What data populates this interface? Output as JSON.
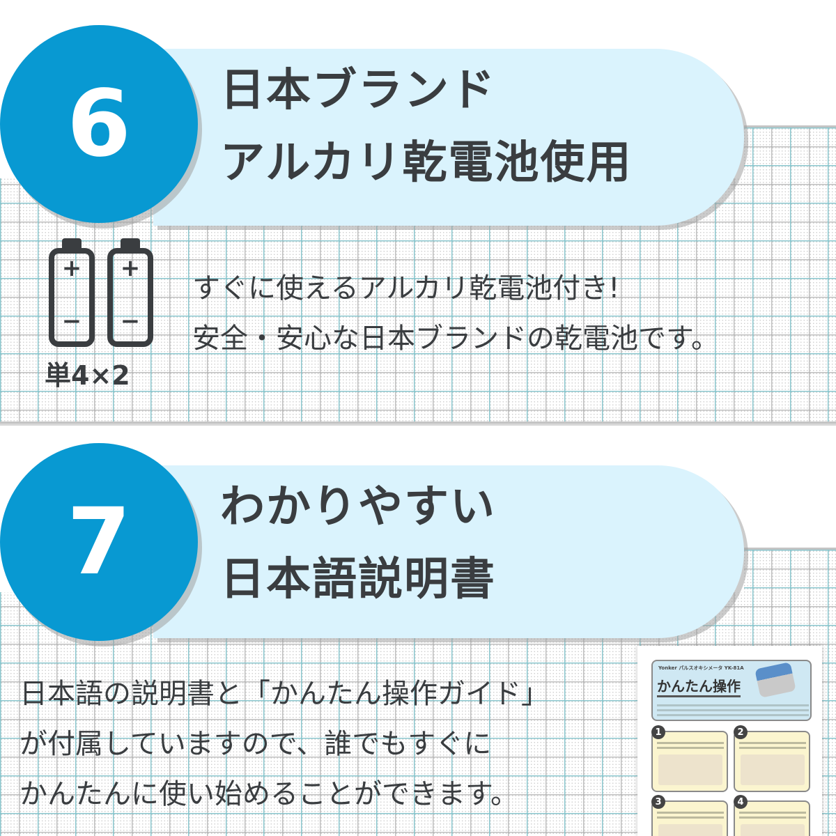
{
  "sections": [
    {
      "number": "6",
      "title_lines": [
        "日本ブランド",
        "アルカリ乾電池使用"
      ],
      "icon": {
        "name": "battery-icon",
        "count": 2,
        "plus_symbol": "+",
        "minus_symbol": "−",
        "label": "単4×2"
      },
      "body_lines": [
        "すぐに使えるアルカリ乾電池付き!",
        "安全・安心な日本ブランドの乾電池です。"
      ]
    },
    {
      "number": "7",
      "title_lines": [
        "わかりやすい",
        "日本語説明書"
      ],
      "body_lines": [
        "日本語の説明書と「かんたん操作ガイド」",
        "が付属していますので、誰でもすぐに",
        "かんたんに使い始めることができます。"
      ],
      "manual_thumbnail": {
        "brand_line": "Yonker  パルスオキシメータ  YK-81A",
        "title": "かんたん操作",
        "steps": [
          "1",
          "2",
          "3",
          "4"
        ]
      }
    }
  ],
  "colors": {
    "circle_blue": "#0899d2",
    "pill_bg": "#daf3fd",
    "text_dark": "#3a3d40",
    "grid_cyan": "#78c8d2",
    "grid_gray": "#aaaaaa"
  }
}
